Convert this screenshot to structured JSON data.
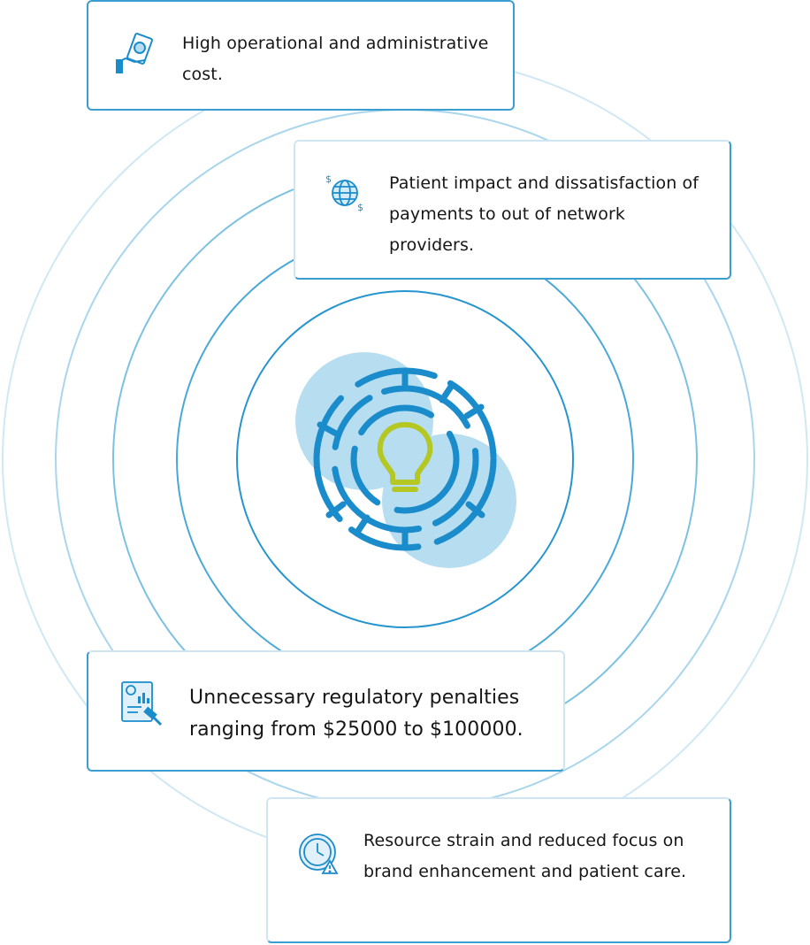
{
  "cards": [
    {
      "icon": "cash-in-hand-icon",
      "text": "High operational and administrative cost."
    },
    {
      "icon": "globe-dollar-icon",
      "text": "Patient impact and dissatisfaction of payments to out of network providers."
    },
    {
      "icon": "legal-report-icon",
      "text": "Unnecessary regulatory penalties ranging from $25000 to $100000."
    },
    {
      "icon": "clock-alert-icon",
      "text": "Resource strain and reduced focus on brand enhancement and patient care."
    }
  ],
  "center": {
    "icon": "maze-lightbulb-icon"
  },
  "colors": {
    "accent_blue": "#1a8ccb",
    "light_blue_blob": "#b7ddf0",
    "bulb_green": "#b5c723",
    "card_border": "#3a9ed0"
  }
}
